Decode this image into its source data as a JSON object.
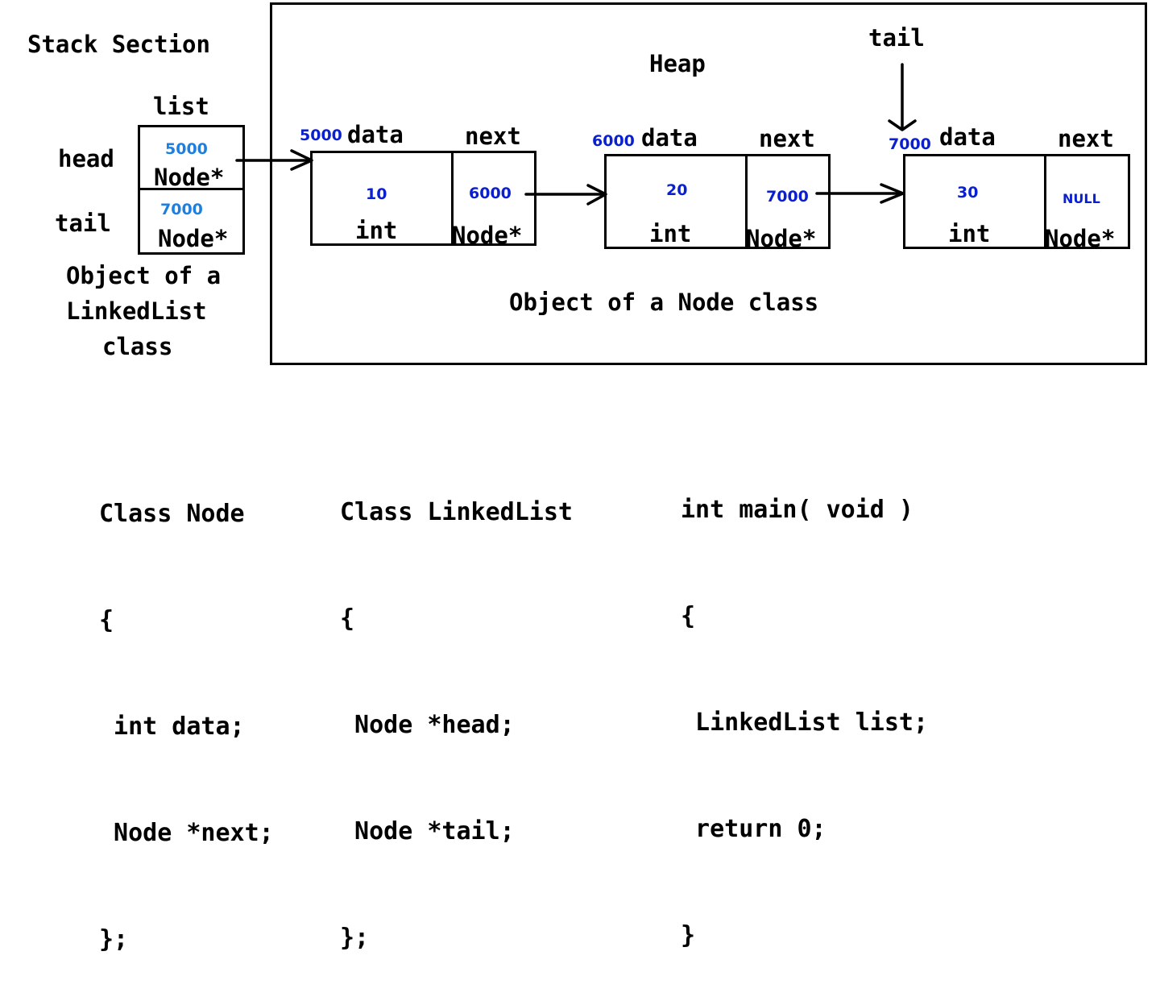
{
  "stack": {
    "title": "Stack Section",
    "object_name": "list",
    "head_label": "head",
    "tail_label": "tail",
    "head_value": "5000",
    "tail_value": "7000",
    "head_type": "Node*",
    "tail_type": "Node*",
    "caption_line1": "Object of a",
    "caption_line2": "LinkedList",
    "caption_line3": "class"
  },
  "heap": {
    "title": "Heap",
    "tail_pointer_label": "tail",
    "caption": "Object of a Node class",
    "nodes": [
      {
        "address": "5000",
        "data_label": "data",
        "next_label": "next",
        "data_value": "10",
        "data_type": "int",
        "next_value": "6000",
        "next_type": "Node*"
      },
      {
        "address": "6000",
        "data_label": "data",
        "next_label": "next",
        "data_value": "20",
        "data_type": "int",
        "next_value": "7000",
        "next_type": "Node*"
      },
      {
        "address": "7000",
        "data_label": "data",
        "next_label": "next",
        "data_value": "30",
        "data_type": "int",
        "next_value": "NULL",
        "next_type": "Node*"
      }
    ]
  },
  "code": {
    "node_class": [
      "Class Node",
      "{",
      " int data;",
      " Node *next;",
      "};"
    ],
    "linkedlist_class": [
      "Class LinkedList",
      "{",
      " Node *head;",
      " Node *tail;",
      "};"
    ],
    "main_func": [
      "int main( void )",
      "{",
      " LinkedList list;",
      " return 0;",
      "}"
    ]
  },
  "colors": {
    "address_blue": "#0a1fd0",
    "address_light_blue": "#1e7fe0",
    "line": "#000000"
  }
}
